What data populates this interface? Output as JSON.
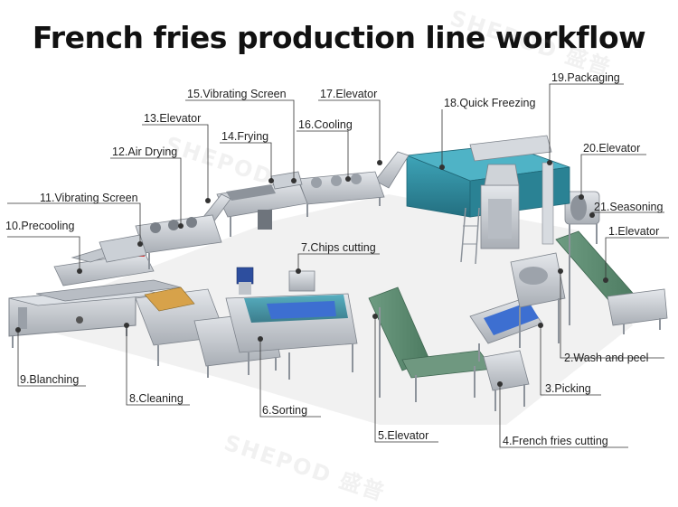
{
  "title": "French fries production line workflow",
  "watermark": "SHEPOD 盛普",
  "colors": {
    "steel": "#c9cdd3",
    "steel_dark": "#8d939b",
    "belt_green": "#5f8f74",
    "belt_blue": "#3d6fd1",
    "freezer_teal": "#2f8fa3",
    "line": "#333333"
  },
  "steps": [
    {
      "id": "1",
      "label": "1.Elevator"
    },
    {
      "id": "2",
      "label": "2.Wash and peel"
    },
    {
      "id": "3",
      "label": "3.Picking"
    },
    {
      "id": "4",
      "label": "4.French fries cutting"
    },
    {
      "id": "5",
      "label": "5.Elevator"
    },
    {
      "id": "6",
      "label": "6.Sorting"
    },
    {
      "id": "7",
      "label": "7.Chips cutting"
    },
    {
      "id": "8",
      "label": "8.Cleaning"
    },
    {
      "id": "9",
      "label": "9.Blanching"
    },
    {
      "id": "10",
      "label": "10.Precooling"
    },
    {
      "id": "11",
      "label": "11.Vibrating Screen"
    },
    {
      "id": "12",
      "label": "12.Air Drying"
    },
    {
      "id": "13",
      "label": "13.Elevator"
    },
    {
      "id": "14",
      "label": "14.Frying"
    },
    {
      "id": "15",
      "label": "15.Vibrating Screen"
    },
    {
      "id": "16",
      "label": "16.Cooling"
    },
    {
      "id": "17",
      "label": "17.Elevator"
    },
    {
      "id": "18",
      "label": "18.Quick Freezing"
    },
    {
      "id": "19",
      "label": "19.Packaging"
    },
    {
      "id": "20",
      "label": "20.Elevator"
    },
    {
      "id": "21",
      "label": "21.Seasoning"
    }
  ]
}
